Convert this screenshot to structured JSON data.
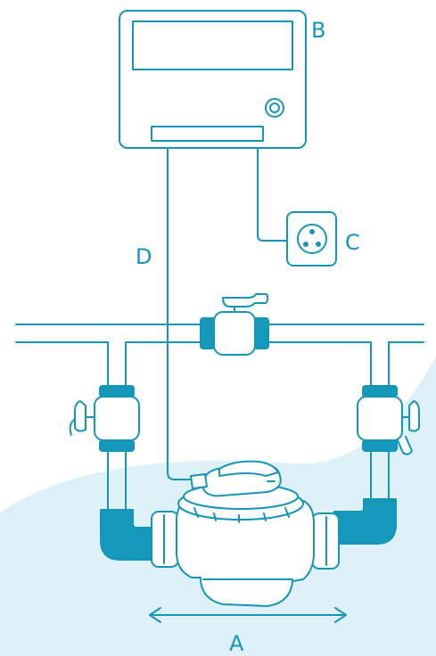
{
  "labels": {
    "a": "A",
    "b": "B",
    "c": "C",
    "d": "D"
  },
  "colors": {
    "stroke": "#1696b6",
    "accent": "#1499bc",
    "background_blob": "#dff1f8",
    "fill": "#ffffff"
  }
}
